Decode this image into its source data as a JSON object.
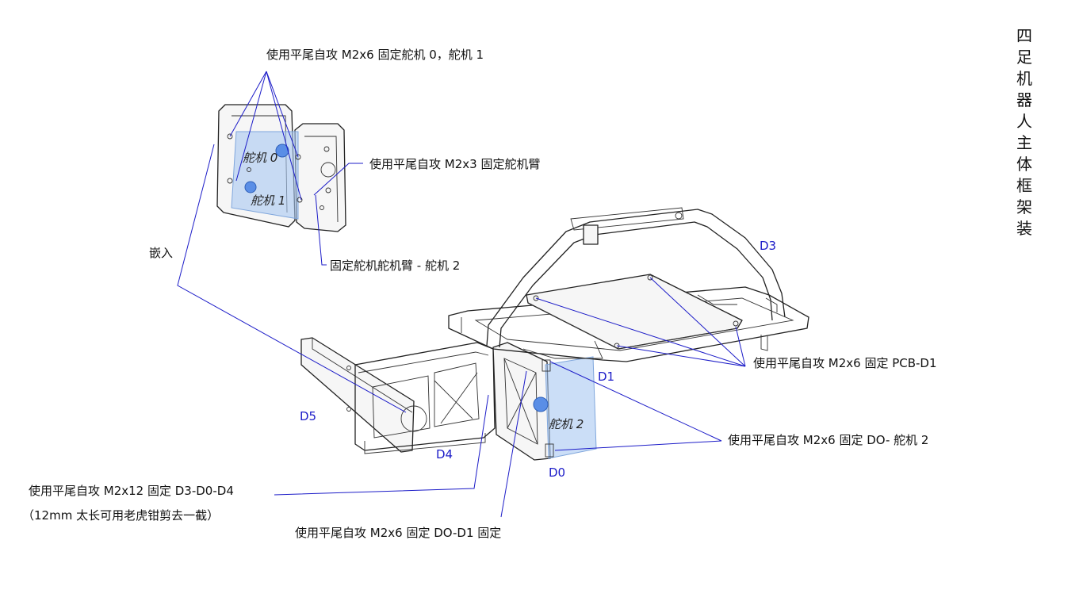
{
  "title": "四足机器人主体框架装配",
  "colors": {
    "leader": "#1c1cc8",
    "part_label": "#1c1cc8",
    "highlight_fill": "#a9c8f2",
    "outline": "#222222"
  },
  "servo_labels": {
    "servo0": "舵机 0",
    "servo1": "舵机 1",
    "servo2": "舵机 2"
  },
  "part_labels": {
    "d0": "D0",
    "d1": "D1",
    "d3": "D3",
    "d4": "D4",
    "d5": "D5"
  },
  "notes": {
    "screw_servo01": "使用平尾自攻 M2x6 固定舵机 0，舵机 1",
    "screw_servo_arm": "使用平尾自攻 M2x3 固定舵机臂",
    "fix_arm_servo2": "固定舵机舵机臂 - 舵机 2",
    "embed": "嵌入",
    "screw_pcb_d1": "使用平尾自攻 M2x6 固定 PCB-D1",
    "screw_d0_servo2": "使用平尾自攻 M2x6 固定 DO- 舵机 2",
    "screw_d3_d0_d4": "使用平尾自攻 M2x12 固定 D3-D0-D4",
    "screw_d3_d0_d4_hint": "（12mm 太长可用老虎钳剪去一截）",
    "screw_d0_d1": "使用平尾自攻 M2x6 固定 DO-D1 固定"
  }
}
